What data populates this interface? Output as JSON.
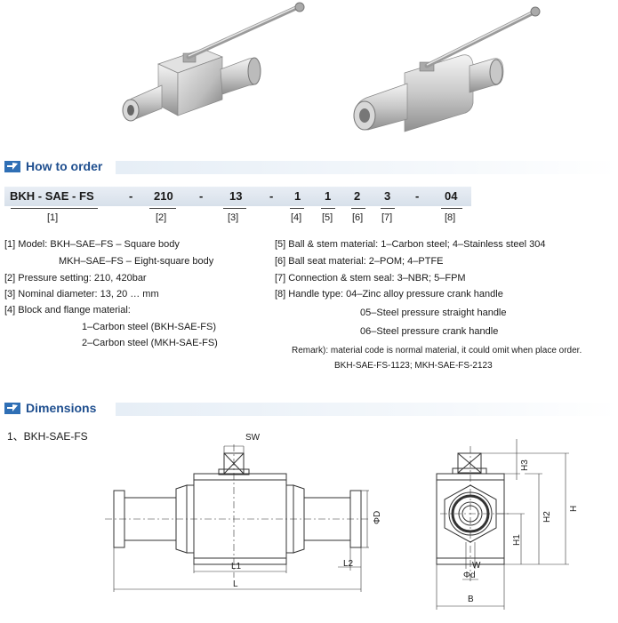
{
  "sections": {
    "order_title": "How to order",
    "dimensions_title": "Dimensions"
  },
  "code": {
    "cells": [
      "BKH - SAE - FS",
      "-",
      "210",
      "-",
      "13",
      "-",
      "1",
      "1",
      "2",
      "3",
      "-",
      "04"
    ],
    "indices": [
      "[1]",
      "[2]",
      "[3]",
      "[4]",
      "[5]",
      "[6]",
      "[7]",
      "[8]"
    ]
  },
  "spec_left": [
    "[1]  Model: BKH–SAE–FS – Square body",
    "MKH–SAE–FS – Eight-square body",
    "[2]  Pressure setting: 210, 420bar",
    "[3]  Nominal diameter: 13, 20 … mm",
    "[4]  Block and flange material:",
    "1–Carbon steel (BKH-SAE-FS)",
    "2–Carbon steel (MKH-SAE-FS)"
  ],
  "spec_right": [
    "[5]  Ball & stem material: 1–Carbon steel; 4–Stainless steel 304",
    "[6]  Ball seat material: 2–POM; 4–PTFE",
    "[7]  Connection & stem seal: 3–NBR; 5–FPM",
    "[8]  Handle type:  04–Zinc alloy pressure crank handle",
    "05–Steel pressure straight handle",
    "06–Steel pressure crank handle"
  ],
  "remark": [
    "Remark): material code is normal material, it could omit when place order.",
    "BKH-SAE-FS-1123;  MKH-SAE-FS-2123"
  ],
  "dimensions": {
    "subtitle": "1、BKH-SAE-FS",
    "labels": {
      "sw": "SW",
      "od": "ΦD",
      "l1": "L1",
      "l2": "L2",
      "l": "L",
      "h3": "H3",
      "h2": "H2",
      "h": "H",
      "h1": "H1",
      "w": "W",
      "od_small": "Φd",
      "b": "B"
    }
  },
  "colors": {
    "accent": "#1f4f8f",
    "code_bar": "#d7e0ea"
  }
}
